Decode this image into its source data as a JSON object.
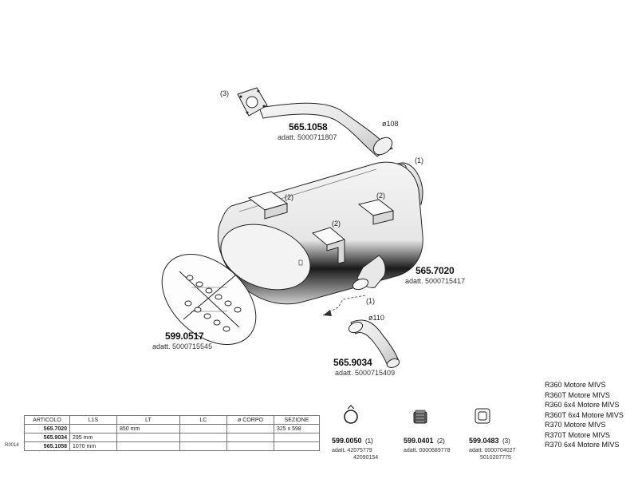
{
  "parts": {
    "flex_pipe": {
      "code": "565.1058",
      "adatt": "adatt. 5000711807",
      "qty": "(3)",
      "diameter": "ø108"
    },
    "silencer": {
      "code": "565.7020",
      "adatt": "adatt. 5000715417",
      "bracket_qty": "(2)",
      "inlet_qty": "(1)",
      "outlet_qty": "(1)"
    },
    "gasket_plate": {
      "code": "599.0517",
      "adatt": "adatt. 5000715545"
    },
    "tail_pipe": {
      "code": "565.9034",
      "adatt": "adatt. 5000715409",
      "diameter": "ø110"
    }
  },
  "accessories": [
    {
      "code": "599.0050",
      "qty": "(1)",
      "adatt": [
        "adatt. 42075779",
        "42090154"
      ],
      "icon": "clamp-ring-icon"
    },
    {
      "code": "599.0401",
      "qty": "(2)",
      "adatt": [
        "adatt. 0000689778"
      ],
      "icon": "nut-icon"
    },
    {
      "code": "599.0483",
      "qty": "(3)",
      "adatt": [
        "adatt. 0000704027",
        "5010207775"
      ],
      "icon": "flange-gasket-icon"
    }
  ],
  "models": [
    "R360 Motore MIVS",
    "R360T Motore MIVS",
    "R360 6x4 Motore MIVS",
    "R360T 6x4 Motore MIVS",
    "R370 Motore MIVS",
    "R370T Motore MIVS",
    "R370 6x4 Motore MIVS"
  ],
  "table": {
    "headers": [
      "ARTICOLO",
      "L1S",
      "LT",
      "LC",
      "ø CORPO",
      "SEZIONE"
    ],
    "rows": [
      [
        "565.7020",
        "",
        "850 mm",
        "",
        "",
        "325 x 598"
      ],
      [
        "565.9034",
        "295 mm",
        "",
        "",
        "",
        ""
      ],
      [
        "565.1058",
        "1070 mm",
        "",
        "",
        "",
        ""
      ]
    ]
  },
  "side_code": "R0014"
}
